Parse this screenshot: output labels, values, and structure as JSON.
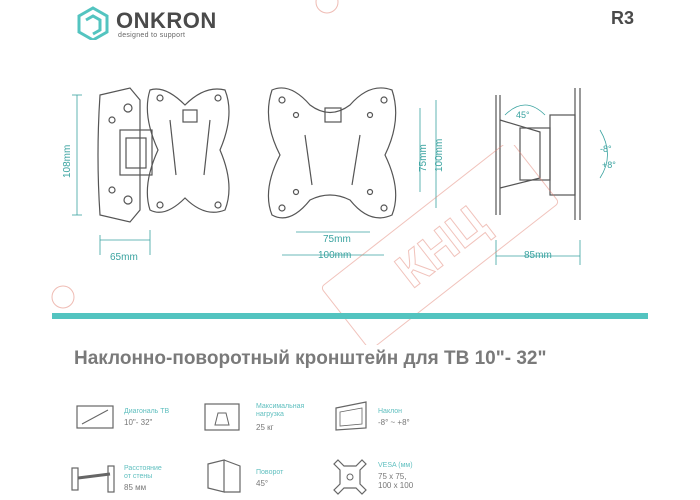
{
  "brand": {
    "name": "ONKRON",
    "tagline": "designed to support"
  },
  "model": "R3",
  "dimensions": {
    "height_108": "108mm",
    "width_65": "65mm",
    "v75": "75mm",
    "v100": "100mm",
    "h75": "75mm",
    "h100": "100mm",
    "depth_85": "85mm"
  },
  "angles": {
    "swivel": "45°",
    "tilt_down": "-8°",
    "tilt_up": "+8°"
  },
  "title": "Наклонно-поворотный кронштейн для ТВ 10\"- 32\"",
  "features": [
    {
      "label": "Диагональ ТВ",
      "value": "10\"- 32\""
    },
    {
      "label": "Максимальная\nнагрузка",
      "value": "25 кг"
    },
    {
      "label": "Наклон",
      "value": "-8° ~ +8°"
    },
    {
      "label": "Расстояние\nот стены",
      "value": "85 мм"
    },
    {
      "label": "Поворот",
      "value": "45°"
    },
    {
      "label": "VESA (мм)",
      "value": "75 x 75,\n100 x 100"
    }
  ],
  "colors": {
    "accent": "#53c4c0",
    "text": "#4a4a4a",
    "teal_text": "#5fbfbf",
    "watermark": "#e07a6a"
  },
  "watermark": "КНЦ"
}
